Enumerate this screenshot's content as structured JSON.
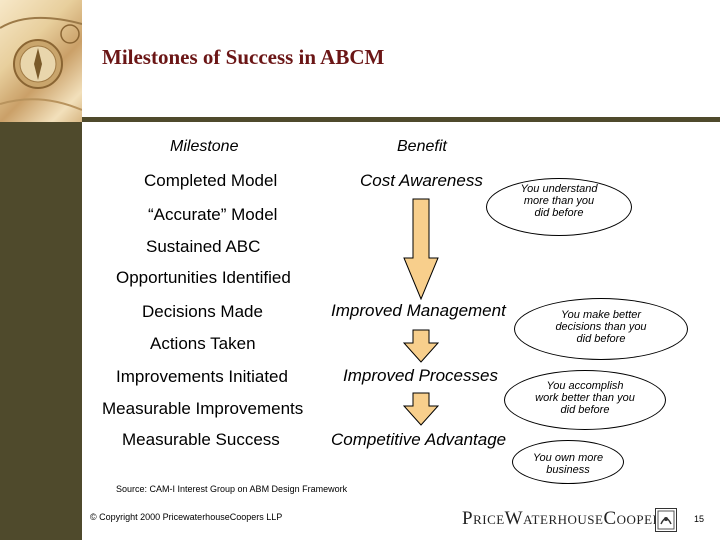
{
  "title": "Milestones of Success in ABCM",
  "headers": {
    "milestone": "Milestone",
    "benefit": "Benefit"
  },
  "milestones": [
    "Completed Model",
    "“Accurate” Model",
    "Sustained ABC",
    "Opportunities Identified",
    "Decisions Made",
    "Actions Taken",
    "Improvements Initiated",
    "Measurable Improvements",
    "Measurable Success"
  ],
  "benefits": [
    "Cost Awareness",
    "Improved Management",
    "Improved Processes",
    "Competitive Advantage"
  ],
  "callouts": [
    [
      "You understand",
      "more than you",
      "did before"
    ],
    [
      "You make better",
      "decisions than you",
      "did before"
    ],
    [
      "You accomplish",
      "work better than you",
      "did before"
    ],
    [
      "You own more",
      "business"
    ]
  ],
  "source": "Source: CAM-I Interest Group on ABM Design Framework",
  "copyright": "© Copyright 2000 PricewaterhouseCoopers LLP",
  "logo_text": "PriceWaterhouseCoopers",
  "page_number": "15",
  "colors": {
    "sidebar": "#4f4a2c",
    "title": "#6b1616",
    "arrow_fill": "#f8cf8c"
  }
}
